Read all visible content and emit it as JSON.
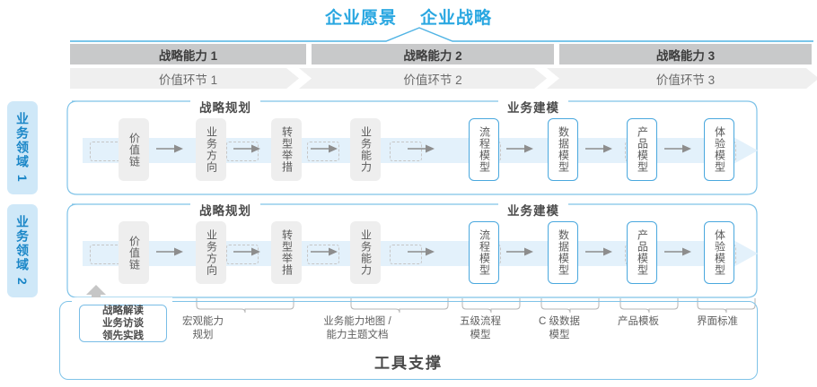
{
  "header": {
    "vision_title": "企业愿景",
    "strategy_title": "企业战略"
  },
  "capabilities": [
    {
      "label": "战略能力 1"
    },
    {
      "label": "战略能力 2"
    },
    {
      "label": "战略能力 3"
    }
  ],
  "value_chain": [
    {
      "label": "价值环节 1"
    },
    {
      "label": "价值环节 2"
    },
    {
      "label": "价值环节 3"
    }
  ],
  "domains": [
    {
      "side_label": "业务领域 1",
      "section_left": "战略规划",
      "section_right": "业务建模",
      "nodes": [
        {
          "label": "价值链",
          "style": "gray"
        },
        {
          "label": "业务方向",
          "style": "gray"
        },
        {
          "label": "转型举措",
          "style": "gray"
        },
        {
          "label": "业务能力",
          "style": "gray"
        },
        {
          "label": "流程模型",
          "style": "blue"
        },
        {
          "label": "数据模型",
          "style": "blue"
        },
        {
          "label": "产品模型",
          "style": "blue"
        },
        {
          "label": "体验模型",
          "style": "blue"
        }
      ]
    },
    {
      "side_label": "业务领域 2",
      "section_left": "战略规划",
      "section_right": "业务建模",
      "nodes": [
        {
          "label": "价值链",
          "style": "gray"
        },
        {
          "label": "业务方向",
          "style": "gray"
        },
        {
          "label": "转型举措",
          "style": "gray"
        },
        {
          "label": "业务能力",
          "style": "gray"
        },
        {
          "label": "流程模型",
          "style": "blue"
        },
        {
          "label": "数据模型",
          "style": "blue"
        },
        {
          "label": "产品模型",
          "style": "blue"
        },
        {
          "label": "体验模型",
          "style": "blue"
        }
      ]
    }
  ],
  "tools": {
    "title": "工具支撑",
    "highlight_box": "战略解读\n业务访谈\n领先实践",
    "highlight_lines": [
      "战略解读",
      "业务访谈",
      "领先实践"
    ],
    "labels": [
      {
        "line1": "宏观能力",
        "line2": "规划"
      },
      {
        "line1": "业务能力地图 /",
        "line2": "能力主题文档"
      },
      {
        "line1": "五级流程",
        "line2": "模型"
      },
      {
        "line1": "C 级数据",
        "line2": "模型"
      },
      {
        "line1": "产品模板",
        "line2": ""
      },
      {
        "line1": "界面标准",
        "line2": ""
      }
    ]
  },
  "colors": {
    "accent_blue": "#29a7e1",
    "node_blue_border": "#4aa8de",
    "band_blue": "#e3f1fb",
    "gray_bar": "#c8c9ca",
    "light_bar": "#efefef",
    "side_bg": "#cfe8f8"
  }
}
